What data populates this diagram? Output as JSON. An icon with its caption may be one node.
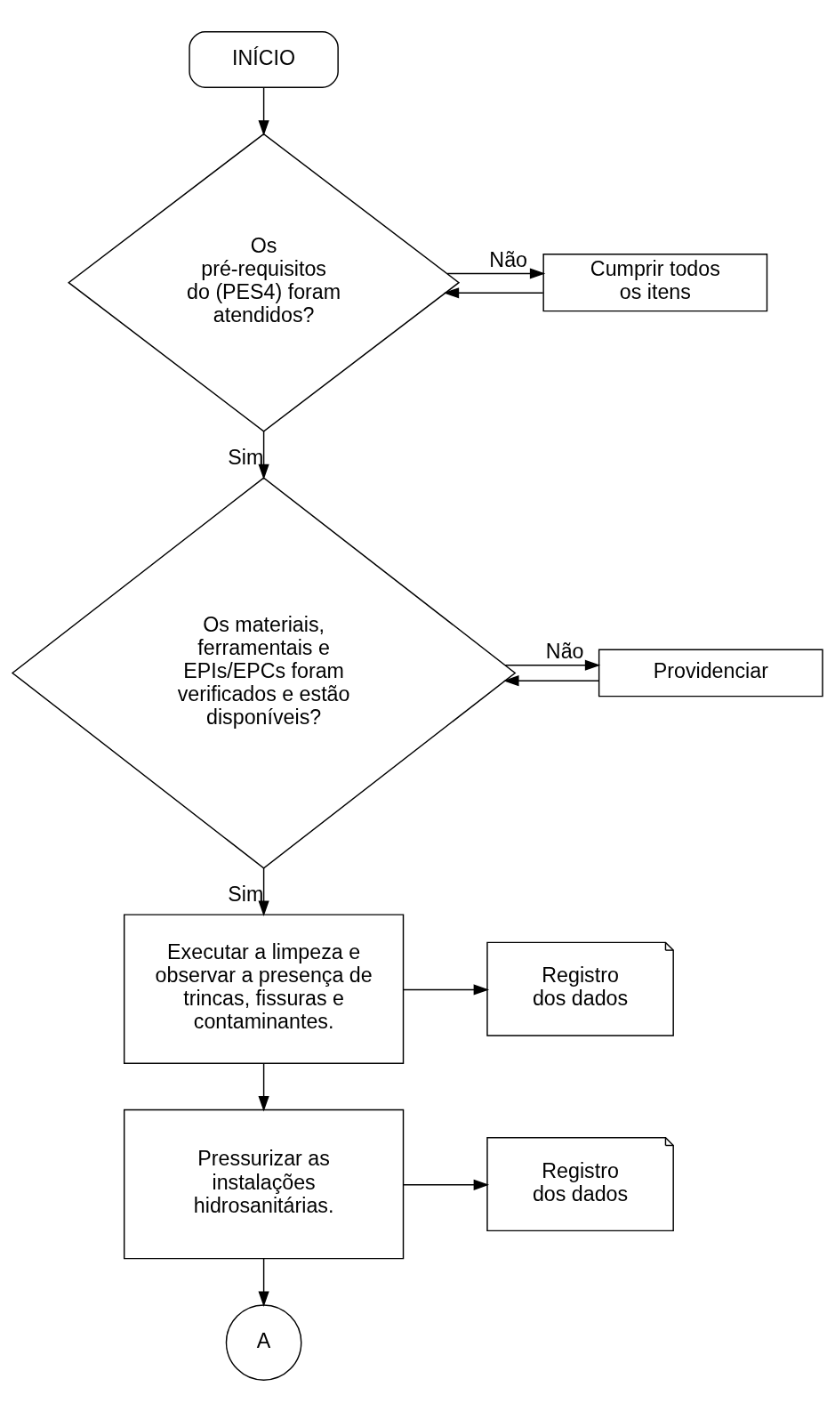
{
  "diagram": {
    "nodes": [
      {
        "text": [
          "INÍCIO"
        ]
      },
      {
        "text": [
          "Os pré-requisitos do (PES4) foram atendidos?"
        ]
      },
      {
        "text": [
          "Cumprir todos os itens"
        ]
      },
      {
        "text": [
          "Os materiais, ferramentais e EPIs/EPCs foram verificados e estão disponíveis?"
        ]
      },
      {
        "text": [
          "Providenciar"
        ]
      },
      {
        "text": [
          "Executar a limpeza e observar a presença de trincas, fissuras e contaminantes."
        ]
      },
      {
        "text": [
          "Registro dos dados"
        ]
      },
      {
        "text": [
          "Pressurizar as instalações hidrosanitárias."
        ]
      },
      {
        "text": [
          "Registro dos dados"
        ]
      },
      {
        "text": [
          "A"
        ]
      }
    ],
    "edges": [
      {
        "from": 0,
        "to": 1,
        "arrow": "to"
      },
      {
        "from": 1,
        "to": 2,
        "arrow": "to",
        "label": "Não"
      },
      {
        "from": 2,
        "to": 1,
        "arrow": "to"
      },
      {
        "from": 1,
        "to": 3,
        "arrow": "to",
        "label": "Sim"
      },
      {
        "from": 3,
        "to": 4,
        "arrow": "to",
        "label": "Não"
      },
      {
        "from": 4,
        "to": 3,
        "arrow": "to"
      },
      {
        "from": 3,
        "to": 5,
        "arrow": "to",
        "label": "Sim"
      },
      {
        "from": 5,
        "to": 6,
        "arrow": "to"
      },
      {
        "from": 5,
        "to": 7,
        "arrow": "to"
      },
      {
        "from": 7,
        "to": 8,
        "arrow": "to"
      },
      {
        "from": 7,
        "to": 9,
        "arrow": "to"
      }
    ]
  }
}
